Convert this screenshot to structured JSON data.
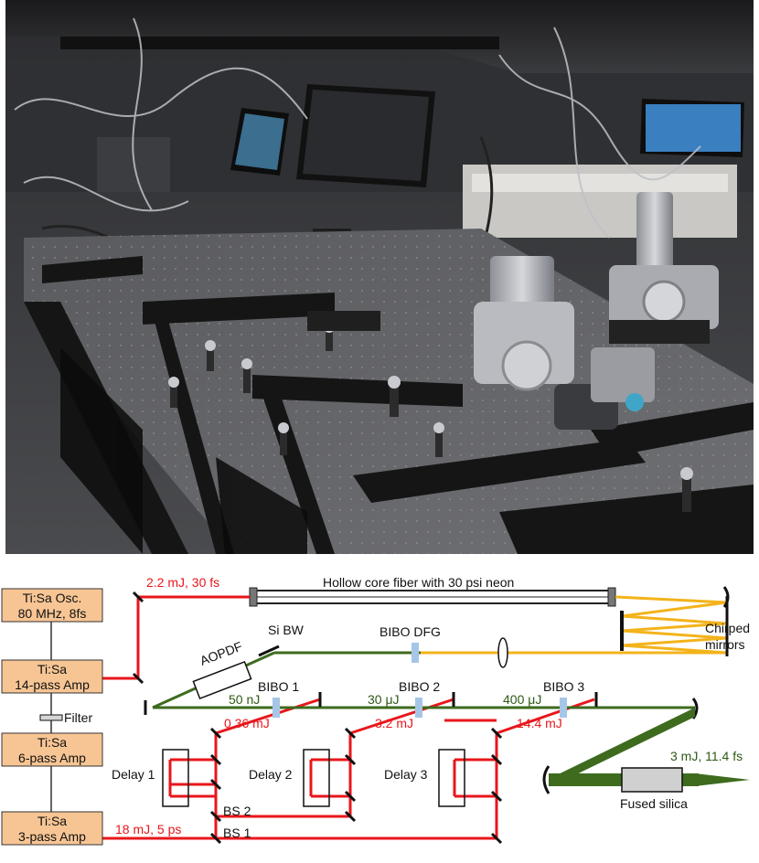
{
  "photo": {
    "icon_names": [
      "lab-photo-icon"
    ]
  },
  "diagram": {
    "colors": {
      "red_beam": "#e8161b",
      "green_beam": "#3e6b1e",
      "yellow_beam": "#f3b31b",
      "box_fill": "#f7c594",
      "crystal_fill": "#a6c6e8",
      "silica_fill": "#d0d0d0"
    },
    "boxes": {
      "osc_line1": "Ti:Sa Osc.",
      "osc_line2": "80 MHz, 8fs",
      "amp14_line1": "Ti:Sa",
      "amp14_line2": "14-pass Amp",
      "amp6_line1": "Ti:Sa",
      "amp6_line2": "6-pass Amp",
      "amp3_line1": "Ti:Sa",
      "amp3_line2": "3-pass Amp"
    },
    "labels": {
      "filter": "Filter",
      "pulse_2p2": "2.2 mJ, 30 fs",
      "fiber": "Hollow core fiber with 30 psi neon",
      "chirped1": "Chirped",
      "chirped2": "mirrors",
      "si_bw": "Si BW",
      "bibo_dfg": "BIBO DFG",
      "aopdf": "AOPDF",
      "bibo1": "BIBO 1",
      "bibo2": "BIBO 2",
      "bibo3": "BIBO 3",
      "e50": "50 nJ",
      "e30": "30 μJ",
      "e400": "400 μJ",
      "e036": "0.36 mJ",
      "e32": "3.2 mJ",
      "e144": "14.4 mJ",
      "delay1": "Delay 1",
      "delay2": "Delay 2",
      "delay3": "Delay 3",
      "bs2": "BS 2",
      "bs1": "BS 1",
      "pulse_18": "18 mJ, 5 ps",
      "output": "3 mJ, 11.4 fs",
      "fused": "Fused silica"
    }
  }
}
